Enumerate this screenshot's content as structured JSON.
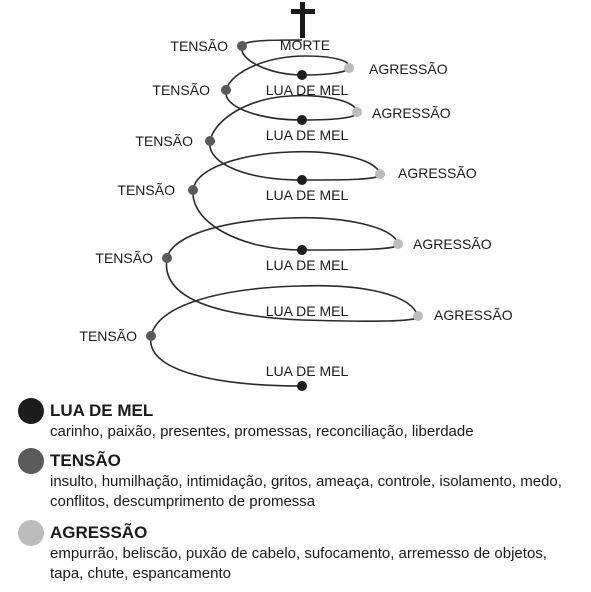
{
  "colors": {
    "lua_de_mel": "#1c1c1c",
    "tensao": "#5a5a5a",
    "agressao": "#bcbcbc",
    "line": "#2a2a2a"
  },
  "top_symbol": "cross-icon",
  "diagram": {
    "morte": "MORTE",
    "tensao": "TENSÃO",
    "agressao": "AGRESSÃO",
    "lua_de_mel": "LUA DE MEL"
  },
  "legend": [
    {
      "title": "LUA DE MEL",
      "text": "carinho, paixão, presentes, promessas, reconciliação, liberdade",
      "color_key": "lua_de_mel"
    },
    {
      "title": "TENSÃO",
      "text": "insulto, humilhação, intimidação, gritos, ameaça, controle, isolamento, medo, conflitos, descumprimento de promessa",
      "color_key": "tensao"
    },
    {
      "title": "AGRESSÃO",
      "text": "empurrão, beliscão, puxão de cabelo, sufocamento, arremesso de objetos, tapa, chute, espancamento",
      "color_key": "agressao"
    }
  ]
}
